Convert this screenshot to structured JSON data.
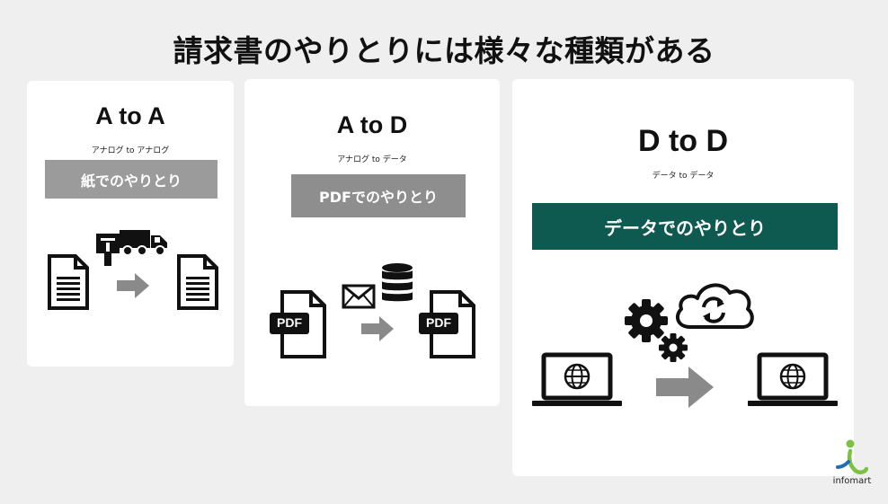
{
  "title": "請求書のやりとりには様々な種類がある",
  "cards": [
    {
      "heading": "A to A",
      "subtitle": "アナログ to アナログ",
      "label": "紙でのやりとり"
    },
    {
      "heading": "A to D",
      "subtitle": "アナログ to データ",
      "label": "PDFでのやりとり",
      "pdf_text": "PDF"
    },
    {
      "heading": "D to D",
      "subtitle": "データ to データ",
      "label": "データでのやりとり"
    }
  ],
  "logo": {
    "text": "infomart"
  },
  "colors": {
    "gray_label": "#9b9b9b",
    "gray_label_dark": "#8e8e8e",
    "teal_label": "#0e5a50",
    "arrow": "#8a8a8a",
    "logo_green": "#7cc242",
    "logo_blue": "#1f6fb5"
  }
}
